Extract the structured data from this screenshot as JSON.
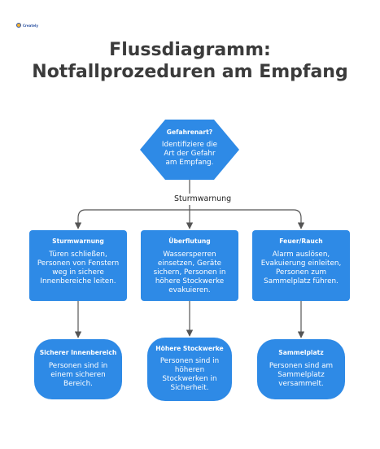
{
  "header": {
    "logo_text": "Creately",
    "title": "Flussdiagramm: Notfallprozeduren am Empfang"
  },
  "colors": {
    "node_fill": "#2e8ae6",
    "edge": "#555555",
    "title_text": "#3b3b3b"
  },
  "diagram": {
    "start": {
      "title": "Gefahrenart?",
      "body": "Identifiziere die Art der Gefahr am Empfang."
    },
    "edge_label": "Sturmwarnung",
    "branches": [
      {
        "title": "Sturmwarnung",
        "body": "Türen schließen, Personen von Fenstern weg in sichere Innenbereiche leiten."
      },
      {
        "title": "Überflutung",
        "body": "Wassersperren einsetzen, Geräte sichern, Personen in höhere Stockwerke evakuieren."
      },
      {
        "title": "Feuer/Rauch",
        "body": "Alarm auslösen, Evakuierung einleiten, Personen zum Sammelplatz führen."
      }
    ],
    "outcomes": [
      {
        "title": "Sicherer Innenbereich",
        "body": "Personen sind in einem sicheren Bereich."
      },
      {
        "title": "Höhere Stockwerke",
        "body": "Personen sind in höheren Stockwerken in Sicherheit."
      },
      {
        "title": "Sammelplatz",
        "body": "Personen sind am Sammelplatz versammelt."
      }
    ]
  }
}
